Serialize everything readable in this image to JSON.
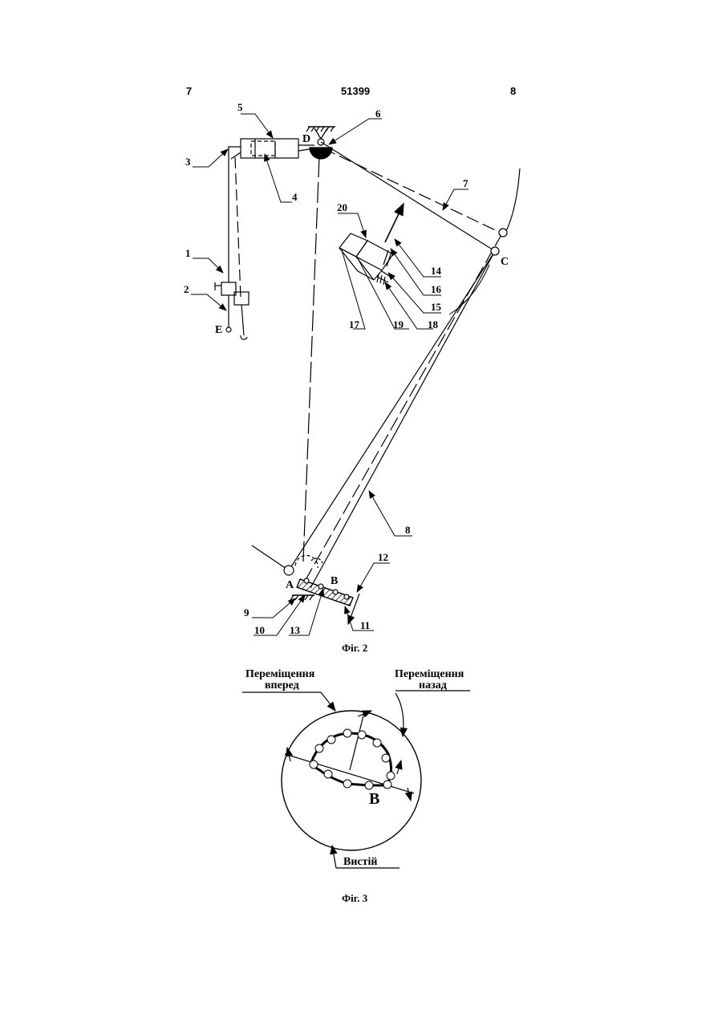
{
  "header": {
    "page_left": "7",
    "patent_number": "51399",
    "page_right": "8"
  },
  "fig2": {
    "caption": "Фіг. 2",
    "part_labels": [
      "1",
      "2",
      "3",
      "4",
      "5",
      "6",
      "7",
      "8",
      "9",
      "10",
      "11",
      "12",
      "13",
      "14",
      "15",
      "16",
      "17",
      "18",
      "19",
      "20"
    ],
    "points": {
      "A": "A",
      "B": "B",
      "C": "C",
      "D": "D",
      "E": "E"
    }
  },
  "fig3": {
    "caption": "Фіг. 3",
    "forward_label": [
      "Переміщення",
      "вперед"
    ],
    "backward_label": [
      "Переміщення",
      "назад"
    ],
    "dwell_label": "Вистій",
    "point_label": "B"
  }
}
